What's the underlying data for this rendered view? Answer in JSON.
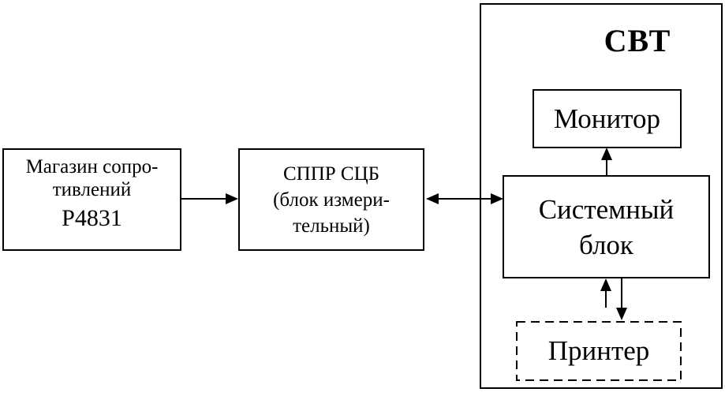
{
  "diagram": {
    "background_color": "#ffffff",
    "line_color": "#000000",
    "blocks": {
      "resistance_box": {
        "name": "Магазин сопро-\nтивлений",
        "model": "Р4831"
      },
      "sppr": {
        "label": "СППР СЦБ\n(блок измери-\nтельный)"
      },
      "svt": {
        "label": "СВТ"
      },
      "monitor": {
        "label": "Монитор"
      },
      "system_unit": {
        "label": "Системный\nблок"
      },
      "printer": {
        "label": "Принтер"
      }
    },
    "connections": [
      {
        "from": "Магазин сопротивлений Р4831",
        "to": "СППР СЦБ (блок измерительный)",
        "direction": "one-way-right"
      },
      {
        "from": "СППР СЦБ (блок измерительный)",
        "to": "Системный блок",
        "direction": "two-way"
      },
      {
        "from": "Системный блок",
        "to": "Монитор",
        "direction": "one-way-up"
      },
      {
        "from": "Принтер",
        "to": "Системный блок",
        "direction": "one-way-up"
      },
      {
        "from": "Системный блок",
        "to": "Принтер",
        "direction": "one-way-down"
      }
    ]
  }
}
